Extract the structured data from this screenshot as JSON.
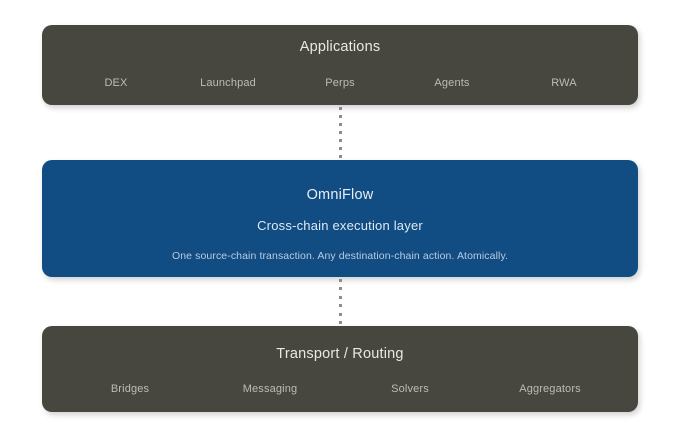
{
  "diagram": {
    "background": "#ffffff",
    "accent_blue": "#114c82",
    "panel_dark": "#47473f",
    "connector_color": "#8d8d86",
    "layers": [
      {
        "id": "applications",
        "title": "Applications",
        "chips": [
          "DEX",
          "Launchpad",
          "Perps",
          "Agents",
          "RWA"
        ]
      },
      {
        "id": "omniflow",
        "title": "OmniFlow",
        "subtitle": "Cross-chain execution layer",
        "tagline": "One source-chain transaction. Any destination-chain action. Atomically."
      },
      {
        "id": "transport-routing",
        "title": "Transport / Routing",
        "chips": [
          "Bridges",
          "Messaging",
          "Solvers",
          "Aggregators"
        ]
      }
    ],
    "connectors": [
      {
        "id": "apps-to-omniflow",
        "style": "dotted-vertical",
        "dots": 7
      },
      {
        "id": "omniflow-to-transport",
        "style": "dotted-vertical",
        "dots": 6
      }
    ]
  }
}
